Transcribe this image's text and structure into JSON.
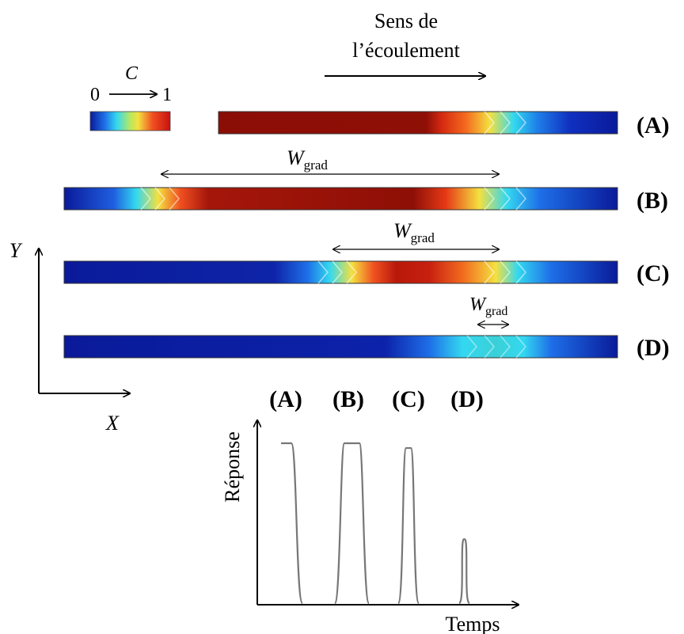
{
  "flow": {
    "line1": "Sens de",
    "line2": "l’écoulement"
  },
  "colorbar": {
    "variable": "C",
    "min": "0",
    "max": "1"
  },
  "channels": [
    {
      "id": "A",
      "label": "(A)"
    },
    {
      "id": "B",
      "label": "(B)"
    },
    {
      "id": "C",
      "label": "(C)"
    },
    {
      "id": "D",
      "label": "(D)"
    }
  ],
  "width_label": {
    "symbol": "W",
    "subscript": "grad"
  },
  "axes2d": {
    "x": "X",
    "y": "Y"
  },
  "response_plot": {
    "ylabel": "Réponse",
    "xlabel": "Temps",
    "peak_labels": [
      "(A)",
      "(B)",
      "(C)",
      "(D)"
    ],
    "relative_heights": [
      1.0,
      1.0,
      0.97,
      0.4
    ]
  },
  "colors": {
    "low": "#0a1a9a",
    "mid_low": "#33d8f0",
    "mid": "#f4e040",
    "mid_high": "#f05020",
    "high": "#8b0e06",
    "curve": "#777777",
    "ink": "#000000"
  }
}
